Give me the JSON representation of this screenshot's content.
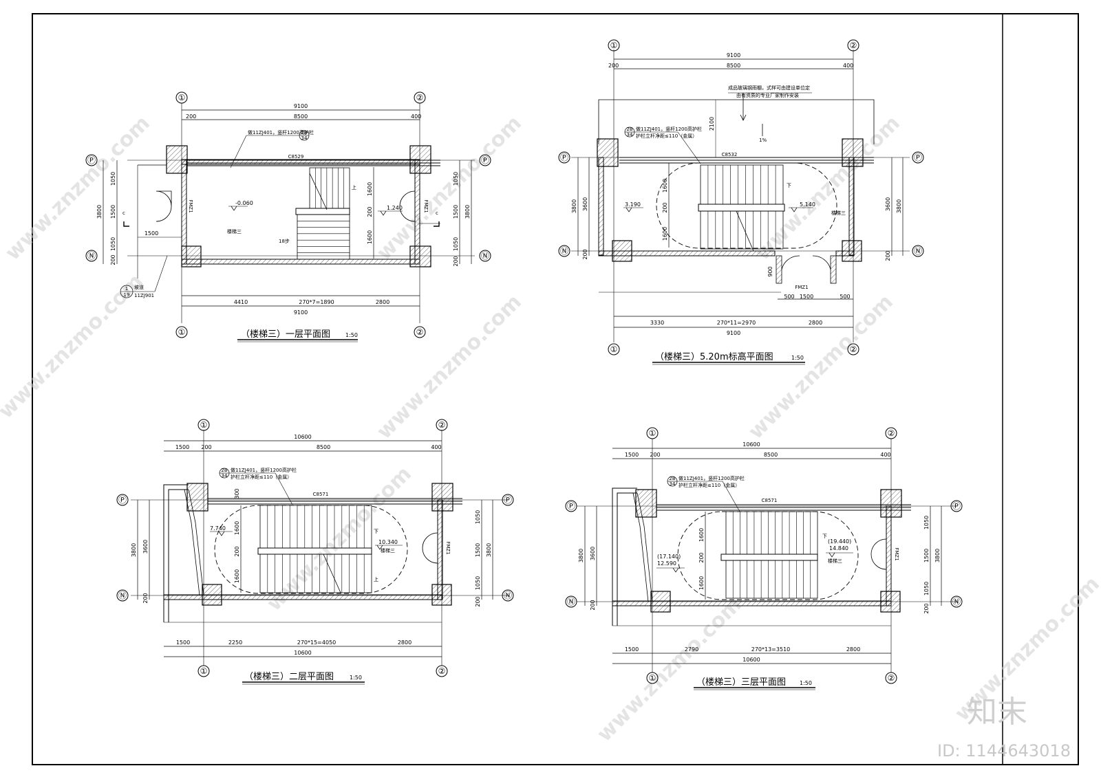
{
  "watermark": {
    "site": "www.znzmo.com",
    "brand": "知末",
    "id_text": "ID: 1144643018"
  },
  "plans": [
    {
      "id": "p1",
      "title": "（楼梯三）一层平面图",
      "scale": "1:50",
      "axes": {
        "left": "①",
        "right": "②",
        "top": "Ⓟ",
        "bottom": "Ⓝ"
      },
      "top_dims": {
        "total": "9100",
        "a": "200",
        "b": "8500",
        "c": "400"
      },
      "bottom_dims": {
        "a": "4410",
        "b": "270*7=1890",
        "c": "2800",
        "total": "9100"
      },
      "left_dims": {
        "total": "3800",
        "a": "1050",
        "b": "1500",
        "c": "1050",
        "d": "200"
      },
      "right_dims": {
        "total": "3800",
        "a": "1050",
        "b": "1500",
        "c": "1050",
        "d": "200"
      },
      "stair_dims": {
        "a": "1600",
        "b": "200",
        "c": "1600"
      },
      "note": "做11ZJ401，竖杆1200高护栏",
      "note_ref_top": "2B",
      "note_ref_bottom": "34",
      "beam": "C8529",
      "door": "FMZ1",
      "stair_name": "楼梯三",
      "up_label": "上",
      "steps_text": "18步",
      "levels": [
        "-0.060",
        "1.240"
      ],
      "extra_dim": "1500",
      "detail_ref_top": "1",
      "detail_ref_bottom": "19",
      "detail_note_a": "坡道",
      "detail_note_b": "11ZJ901",
      "section_mark": "c"
    },
    {
      "id": "p2",
      "title": "（楼梯三）5.20m标高平面图",
      "scale": "1:50",
      "axes": {
        "left": "①",
        "right": "②",
        "top": "Ⓟ",
        "bottom": "Ⓝ"
      },
      "top_dims": {
        "total": "9100",
        "a": "200",
        "b": "8500",
        "c": "400"
      },
      "bottom_dims": {
        "a": "3330",
        "b": "270*11=2970",
        "c": "2800",
        "total": "9100"
      },
      "left_dims": {
        "total": "3800",
        "a": "3600",
        "d": "200"
      },
      "right_dims": {
        "total": "3800",
        "a": "3600",
        "d": "200"
      },
      "stair_dims": {
        "a": "1600",
        "b": "200",
        "c": "1600"
      },
      "note": "做11ZJ401，竖杆1200高护栏",
      "note2": "护栏立杆净距≤110（金属）",
      "note_ref_top": "2B",
      "note_ref_bottom": "34",
      "beam": "C8532",
      "door": "FMZ1",
      "stair_name": "楼梯三",
      "up_label": "下",
      "levels": [
        "3.190",
        "5.140"
      ],
      "canopy_a": "成品玻璃钢雨棚，式样可由建设单位定",
      "canopy_b": "由有资质的专业厂家制作安装",
      "canopy_dim": "2100",
      "slope": "1%",
      "door_dim_a": "900",
      "door_dims": [
        "500",
        "1500",
        "500"
      ]
    },
    {
      "id": "p3",
      "title": "（楼梯三）二层平面图",
      "scale": "1:50",
      "axes": {
        "left": "①",
        "right": "②",
        "top": "Ⓟ",
        "bottom": "Ⓝ"
      },
      "top_dims": {
        "total": "10600",
        "e": "1500",
        "a": "200",
        "b": "8500",
        "c": "400"
      },
      "bottom_dims": {
        "e": "1500",
        "a": "2250",
        "b": "270*15=4050",
        "c": "2800",
        "total": "10600"
      },
      "left_dims": {
        "total": "3800",
        "a": "3600",
        "d": "200"
      },
      "right_dims": {
        "total": "3800",
        "a": "1050",
        "b": "1500",
        "c": "1050",
        "d": "200"
      },
      "stair_dims": {
        "a": "1600",
        "b": "200",
        "c": "1600",
        "t": "300"
      },
      "note": "做11ZJ401，竖杆1200高护栏",
      "note2": "护栏立杆净距≤110（金属）",
      "note_ref_top": "2B",
      "note_ref_bottom": "34",
      "beam": "C8571",
      "door": "FMZ1",
      "stair_name": "楼梯三",
      "up_label": "上",
      "down_label": "下",
      "levels": [
        "7.740",
        "10.340"
      ]
    },
    {
      "id": "p4",
      "title": "（楼梯三）三层平面图",
      "scale": "1:50",
      "axes": {
        "left": "①",
        "right": "②",
        "top": "Ⓟ",
        "bottom": "Ⓝ"
      },
      "top_dims": {
        "total": "10600",
        "e": "1500",
        "a": "200",
        "b": "8500",
        "c": "400"
      },
      "bottom_dims": {
        "e": "1500",
        "a": "2790",
        "b": "270*13=3510",
        "c": "2800",
        "total": "10600"
      },
      "left_dims": {
        "total": "3800",
        "a": "3600",
        "d": "200"
      },
      "right_dims": {
        "total": "3800",
        "a": "1050",
        "b": "1500",
        "c": "1050",
        "d": "200"
      },
      "stair_dims": {
        "a": "1600",
        "b": "200",
        "c": "1600"
      },
      "note": "做11ZJ401，竖杆1200高护栏",
      "note2": "护栏立杆净距≤110（金属）",
      "note_ref_top": "2B",
      "note_ref_bottom": "34",
      "beam": "C8571",
      "door": "FMZ1",
      "stair_name": "楼梯三",
      "down_label": "下",
      "levels": [
        "(17.140)",
        "12.590",
        "(19.440)",
        "14.840"
      ]
    }
  ]
}
